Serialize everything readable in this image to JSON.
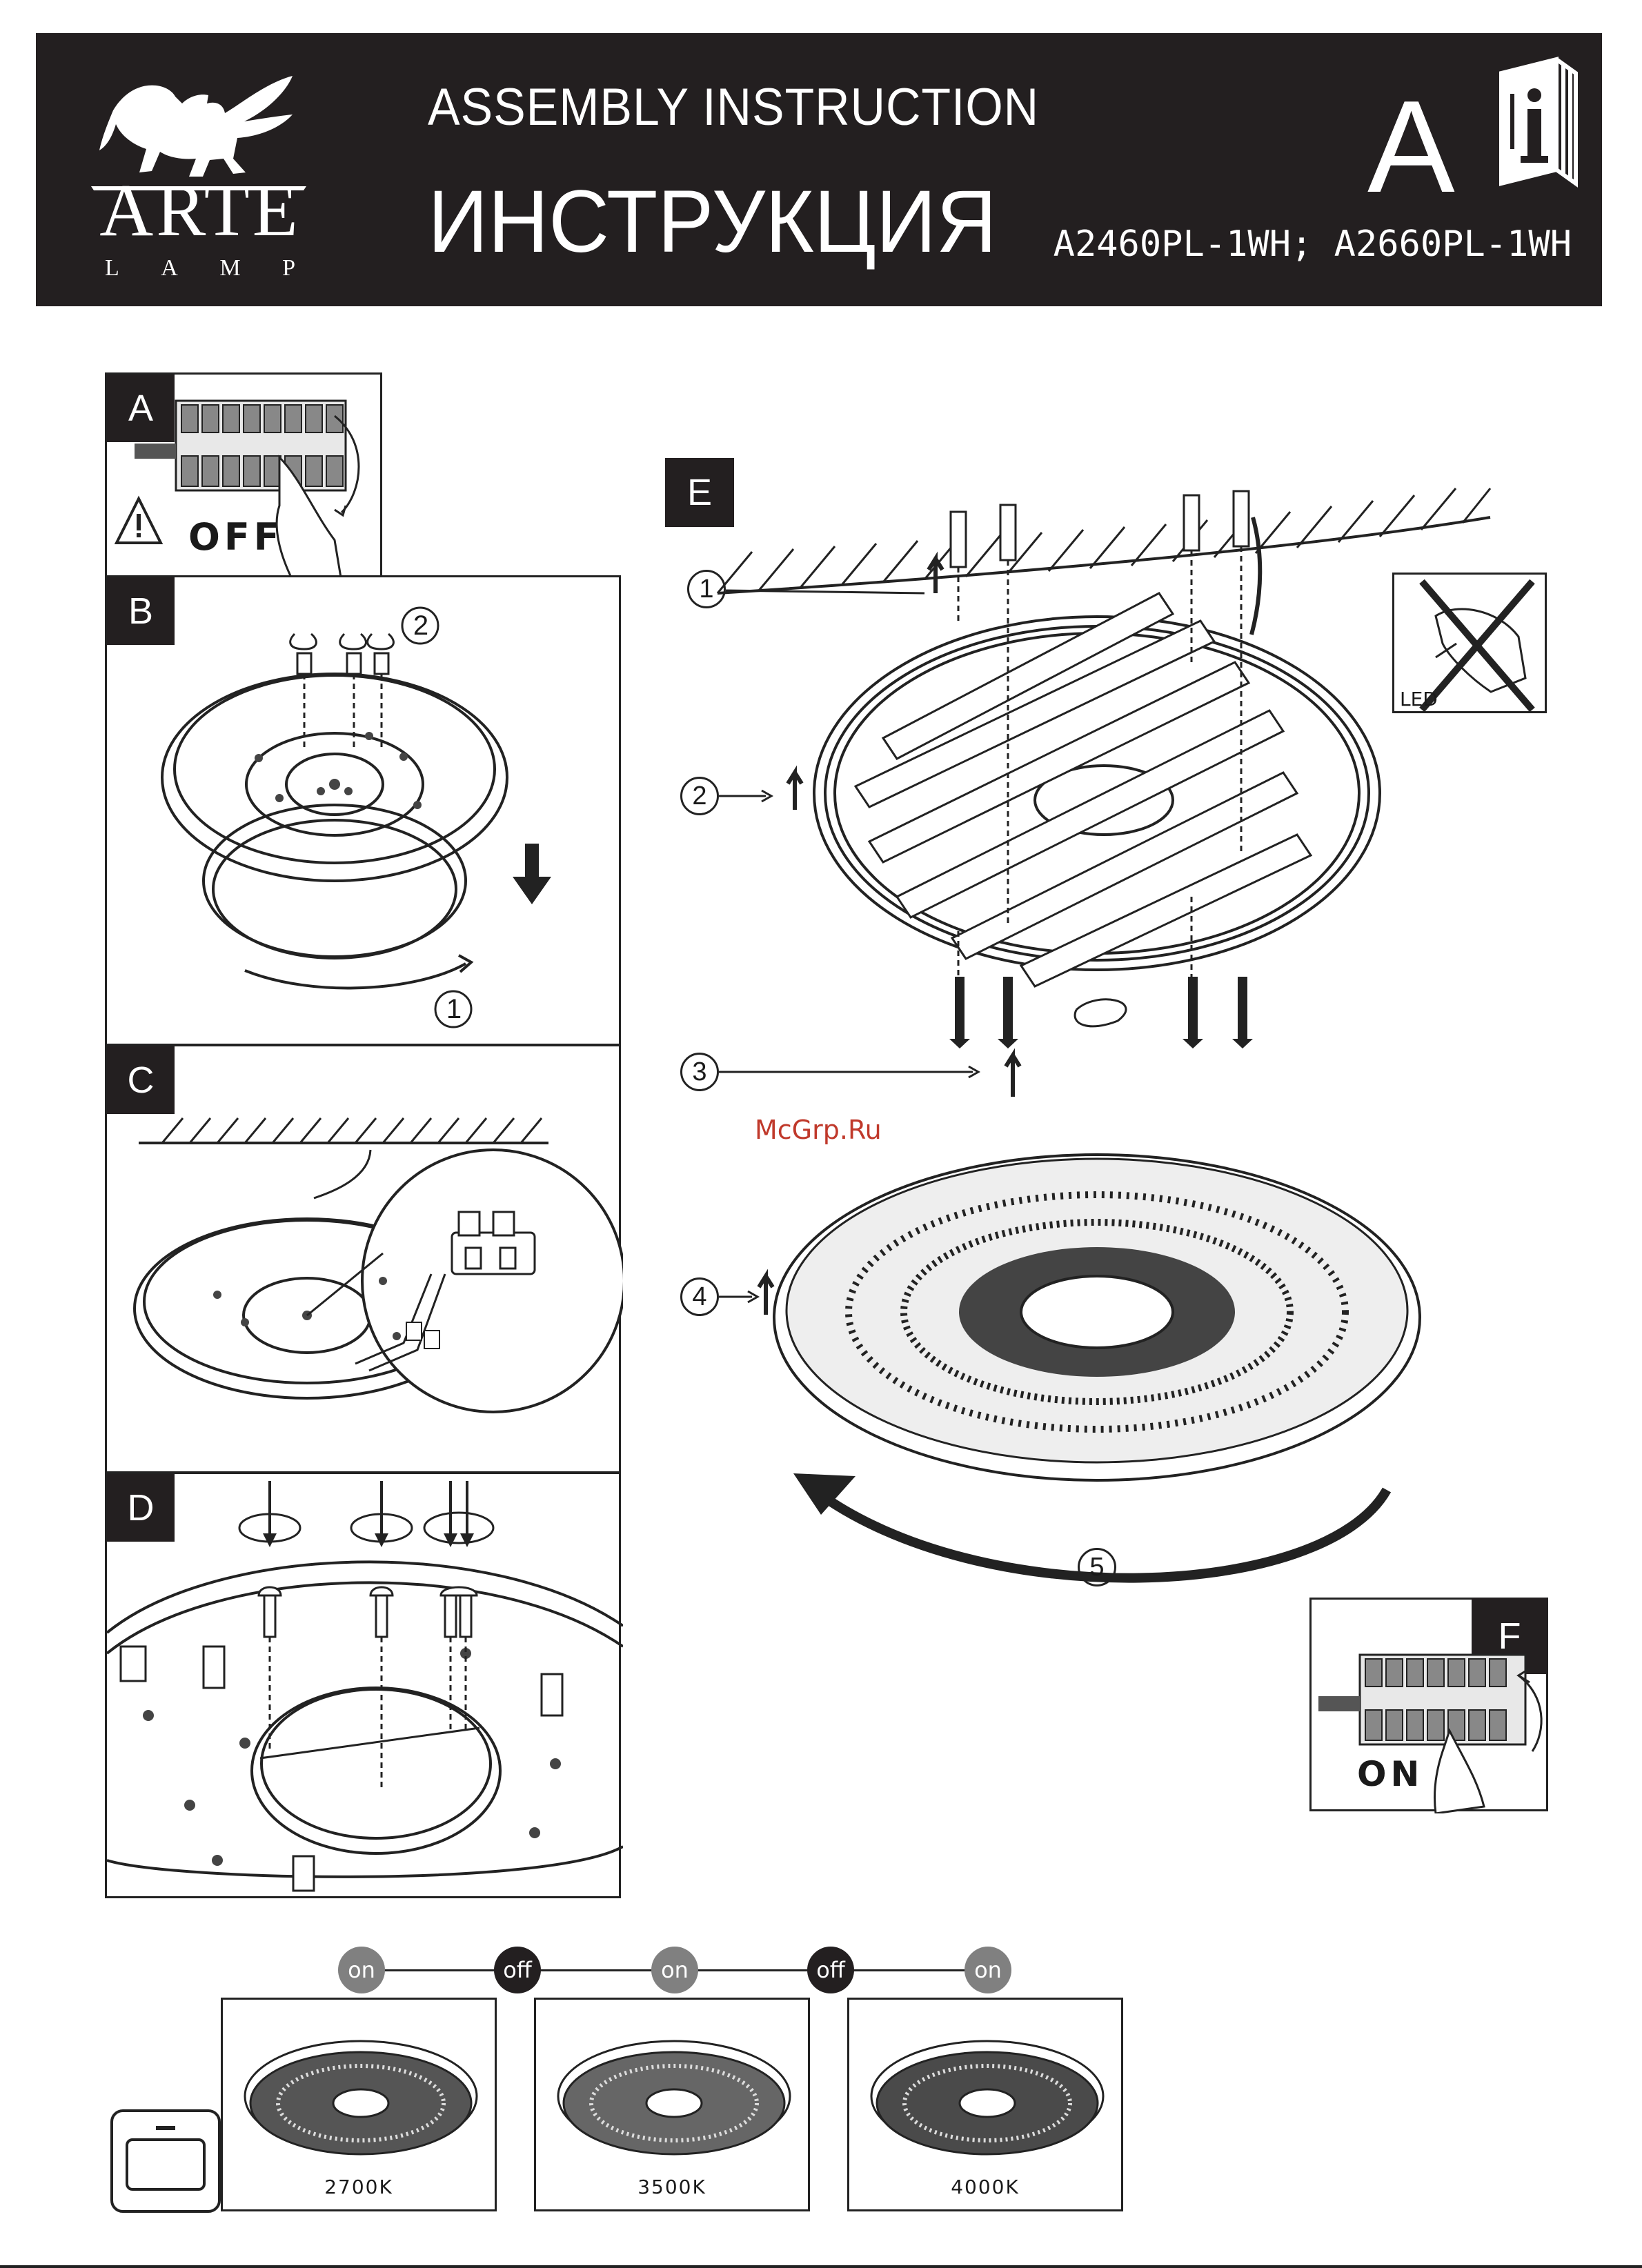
{
  "header": {
    "brand_name": "ARTE",
    "brand_sub": [
      "L",
      "A",
      "M",
      "P"
    ],
    "title_en": "ASSEMBLY INSTRUCTION",
    "title_ru": "ИНСТРУКЦИЯ",
    "models": "A2460PL-1WH; A2660PL-1WH",
    "sheet_letter": "A"
  },
  "steps": {
    "a": {
      "tag": "A",
      "text": "OFF"
    },
    "b": {
      "tag": "B",
      "callouts": [
        "2",
        "1"
      ]
    },
    "c": {
      "tag": "C"
    },
    "d": {
      "tag": "D"
    },
    "e": {
      "tag": "E",
      "callouts": [
        "1",
        "2",
        "3",
        "4",
        "5"
      ],
      "warning_label": "LED"
    },
    "f": {
      "tag": "F",
      "text": "ON"
    }
  },
  "watermark": "McGrp.Ru",
  "switch_sequence": [
    "on",
    "off",
    "on",
    "off",
    "on"
  ],
  "color_temps": [
    "2700K",
    "3500K",
    "4000K"
  ]
}
